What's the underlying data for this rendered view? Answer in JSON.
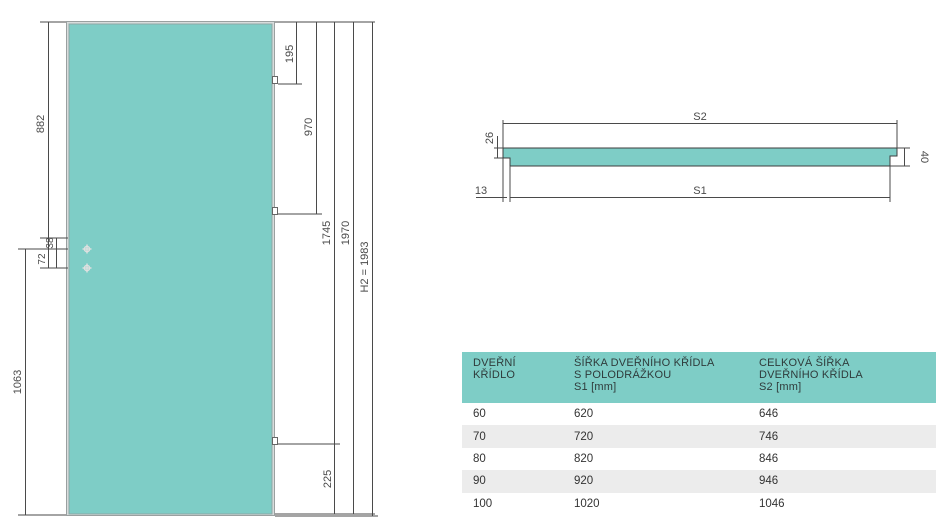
{
  "door_elevation": {
    "dimensions": {
      "top_to_lock": "882",
      "lock_spacing_a": "72",
      "lock_spacing_b": "38",
      "lock_height": "1063",
      "hinge_top": "195",
      "hinge_middle": "970",
      "hinge_bottom": "1745",
      "door_leaf_height": "1970",
      "total_height": "H2 = 1983",
      "hinge_bottom_offset": "225"
    }
  },
  "section": {
    "dimensions": {
      "s2": "S2",
      "s1": "S1",
      "rebate_top": "26",
      "rebate_side": "13",
      "thickness": "40"
    }
  },
  "table": {
    "headers": [
      [
        "DVEŘNÍ",
        "KŘÍDLO"
      ],
      [
        "ŠÍŘKA DVEŘNÍHO KŘÍDLA",
        "S POLODRÁŽKOU",
        "S1 [mm]"
      ],
      [
        "CELKOVÁ ŠÍŘKA",
        "DVEŘNÍHO KŘÍDLA",
        "S2 [mm]"
      ]
    ],
    "rows": [
      [
        "60",
        "620",
        "646"
      ],
      [
        "70",
        "720",
        "746"
      ],
      [
        "80",
        "820",
        "846"
      ],
      [
        "90",
        "920",
        "946"
      ],
      [
        "100",
        "1020",
        "1046"
      ]
    ]
  },
  "colors": {
    "door_fill": "#7ecdc6",
    "line": "#4a4a4a",
    "table_header": "#7ecdc6",
    "table_alt_row": "#ececec"
  }
}
